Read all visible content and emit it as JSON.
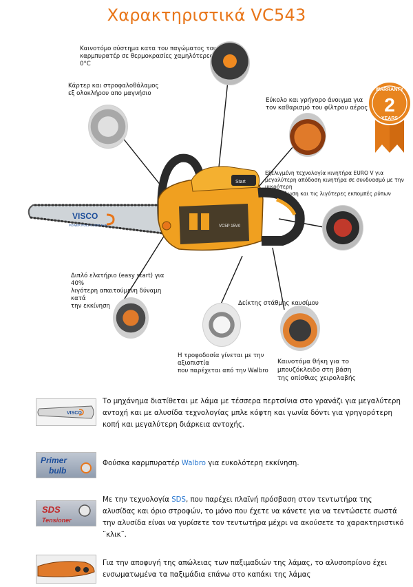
{
  "title": "Χαρακτηριστικά VC543",
  "warranty": {
    "top": "WARRANTY",
    "number": "2",
    "bottom": "YEARS"
  },
  "product": {
    "bar_brand": "VISCO",
    "bar_sub": "POWER ROLL GUIDE BARS",
    "body_label": "VC5P 15V0",
    "start_label": "Start"
  },
  "callouts": {
    "carb": "Καινοτόμο σύστημα κατα του παγώματος του\nκαρμπυρατέρ σε θερμοκρασίες χαμηλότερες των 0°C",
    "crankcase": "Κάρτερ και στροφαλοθάλαμος\nεξ ολοκλήρου απο μαγνήσιο",
    "filter": "Εύκολο και γρήγορο άνοιγμα για\nτον καθαρισμό του φίλτρου αέρος",
    "engine": "Εξελιγμένη τεχνολογία κινητήρα EURO V για\nμεγαλύτερη απόδοση κινητήρα σε συνδυασμό με την μικρότερη\nκατανάλωση και τις λιγότερες εκπομπές ρύπων",
    "spring": "Διπλό ελατήριο (easy start) για 40%\nλιγότερη απαιτούμενη δύναμη κατά\nτην εκκίνηση",
    "fuel": "Δείκτης στάθμης καυσίμου",
    "feed": "Η τροφοδοσία γίνεται με την αξιοπιστία\nπου παρέχεται από την Walbro",
    "wrench": "Καινοτόμα θήκη για το\nμπουζόκλειδο στη βάση\nτης οπίσθιας χειρολαβής"
  },
  "features": [
    {
      "text_a": "Το μηχάνημα διατίθεται με λάμα με τέσσερα περτσίνια στο γρανάζι για μεγαλύτερη αντοχή και με αλυσίδα τεχνολογίας μπλε κόφτη και γωνία δόντι για γρηγορότερη κοπή και μεγαλύτερη διάρκεια αντοχής.",
      "link": "",
      "text_b": "",
      "thumb_label": "VISCO"
    },
    {
      "text_a": "Φούσκα καρμπυρατέρ ",
      "link": "Walbro",
      "text_b": " για ευκολότερη εκκίνηση.",
      "thumb_label": "Primer",
      "thumb_label2": "bulb"
    },
    {
      "text_a": "Με την τεχνολογία ",
      "link": "SDS",
      "text_b": ", που παρέχει πλαϊνή πρόσβαση στον τεντωτήρα της αλυσίδας και όριο στροφών, το μόνο που έχετε να κάνετε για να τεντώσετε σωστά την αλυσίδα είναι να γυρίσετε τον τεντωτήρα μέχρι να ακούσετε το χαρακτηριστικό ¨κλικ¨.",
      "thumb_label": "SDS",
      "thumb_label2": "Tensioner"
    },
    {
      "text_a": "Για την αποφυγή της απώλειας των παξιμαδιών της λάμας, το αλυσοπρίονο έχει ενσωματωμένα τα παξιμάδια επάνω στο καπάκι της λάμας",
      "link": "",
      "text_b": "",
      "thumb_label": ""
    }
  ],
  "colors": {
    "brand_orange": "#e8761a",
    "link_blue": "#2a78d0",
    "saw_orange": "#f0a020",
    "dark": "#2a2a2a"
  }
}
